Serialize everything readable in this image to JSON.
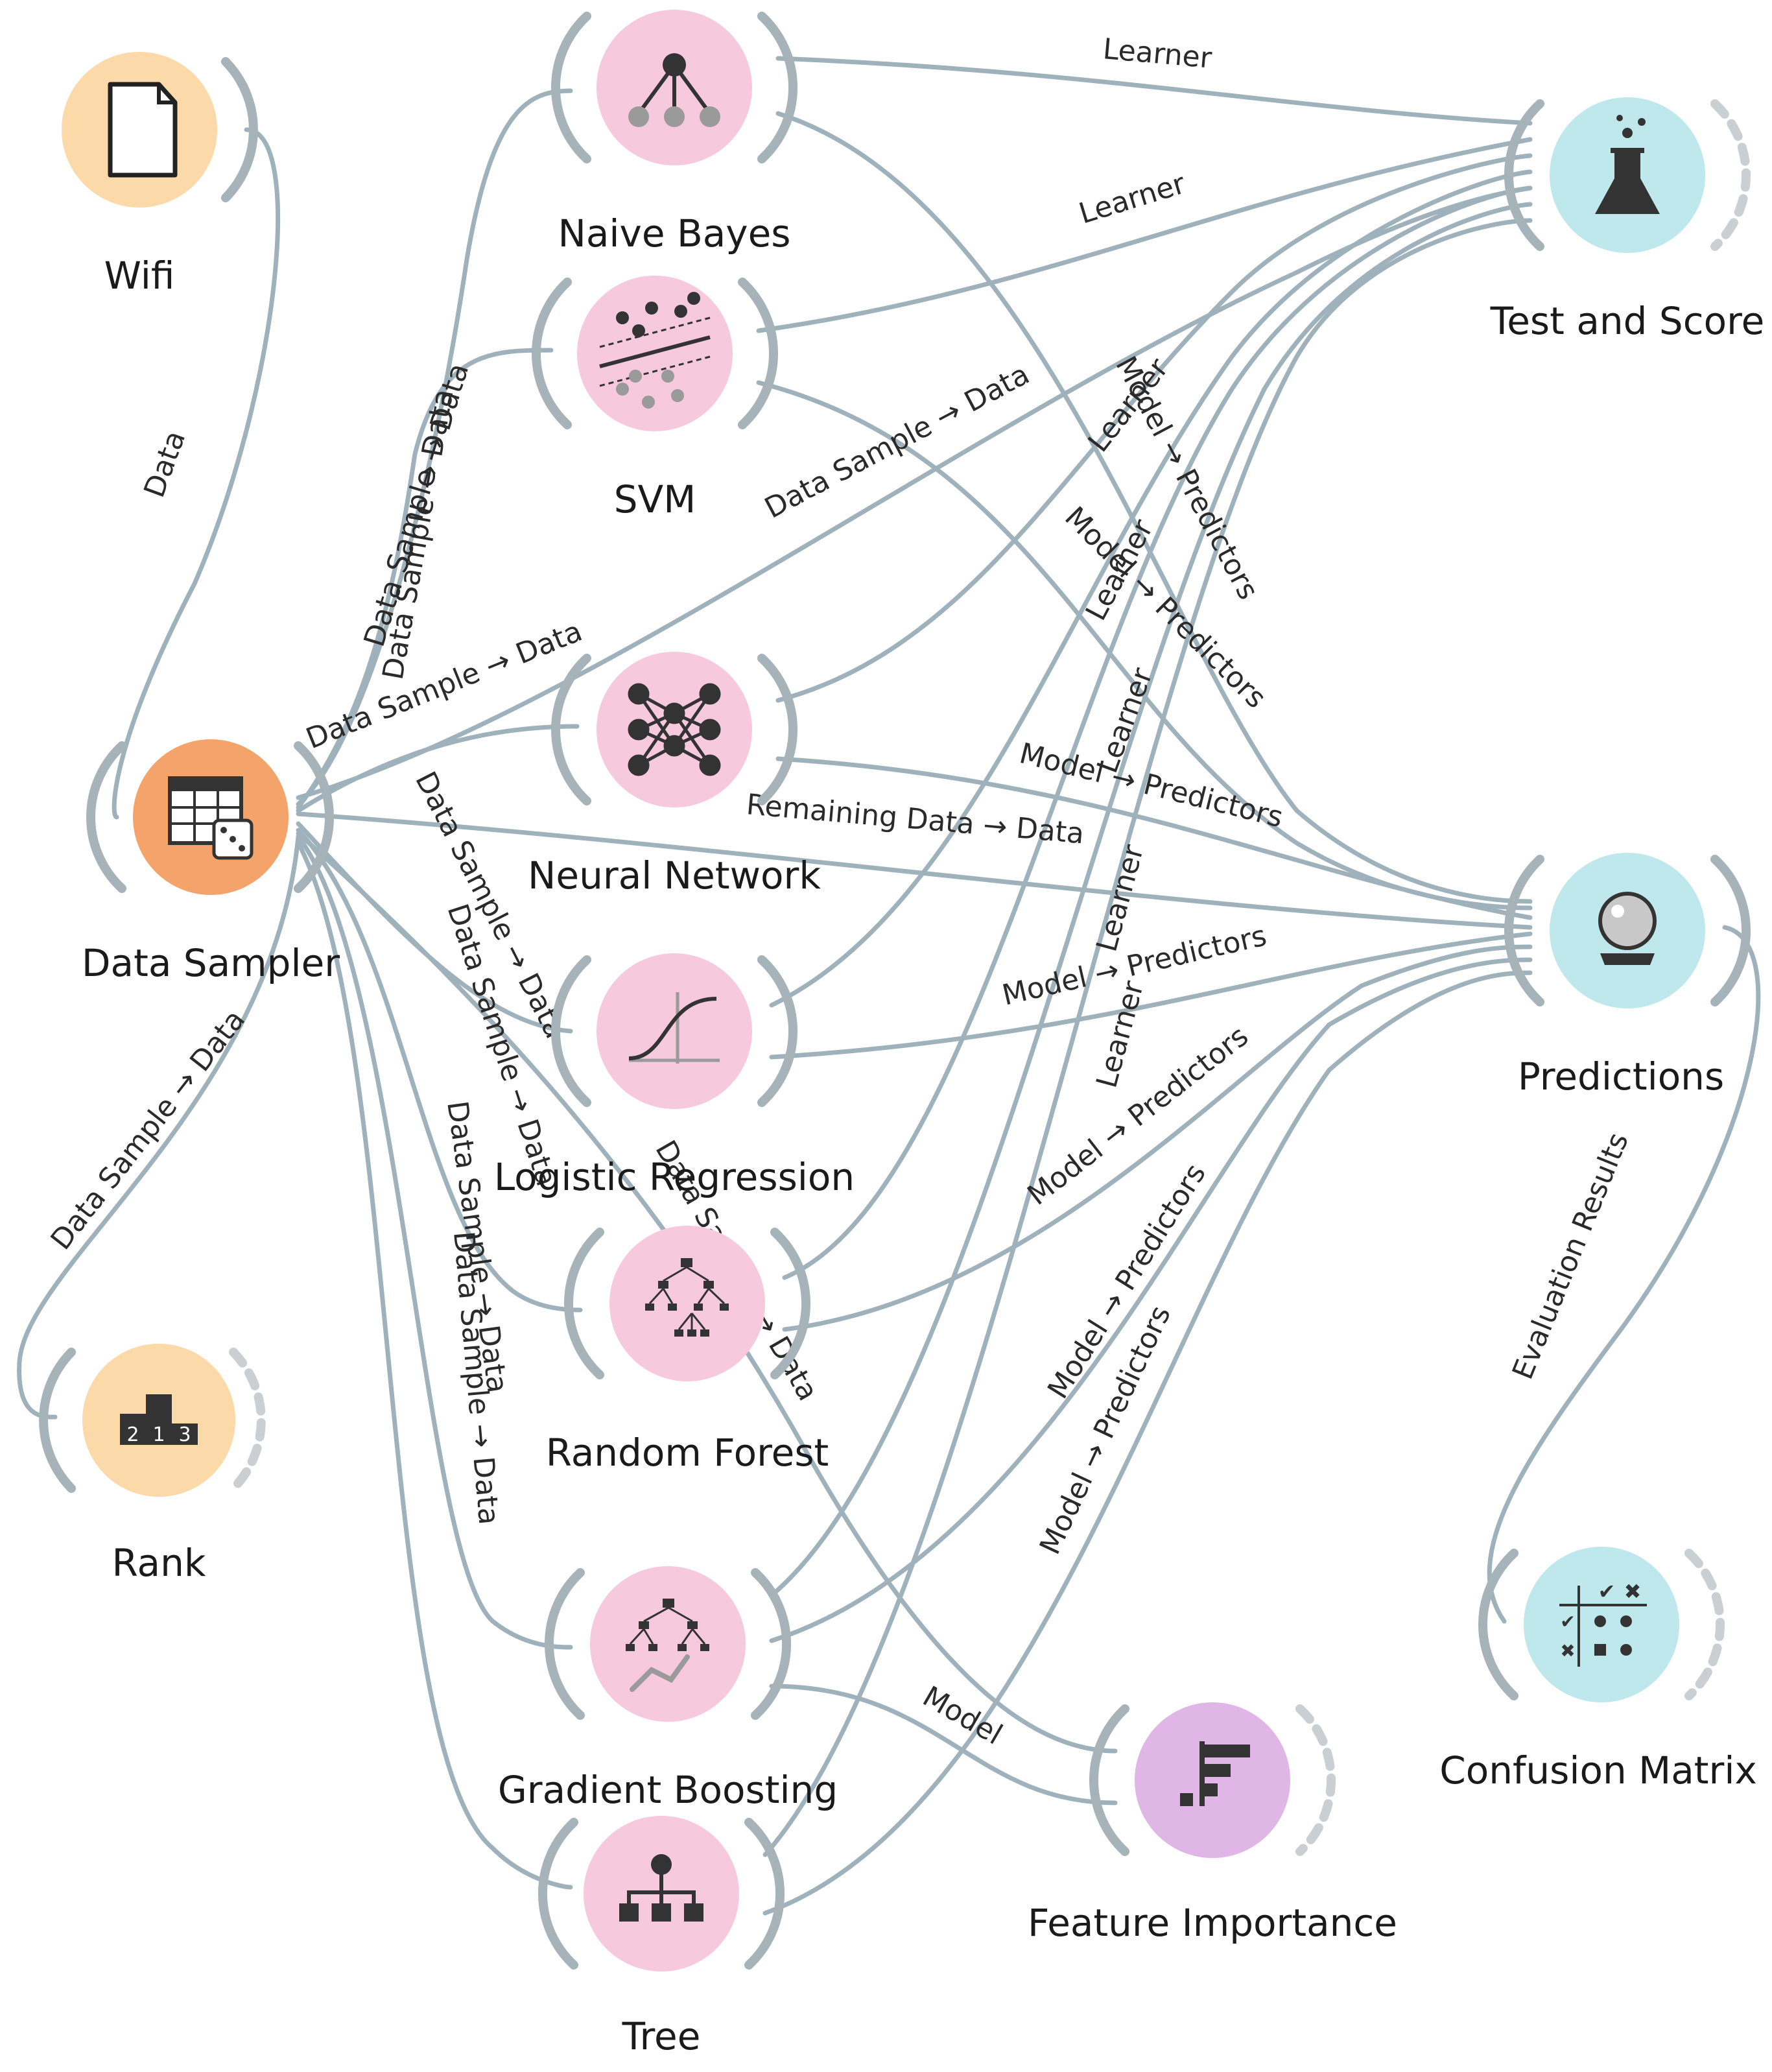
{
  "colors": {
    "file": "#fcd9a8",
    "sampler": "#f4a46a",
    "model": "#f6c9dd",
    "evaluate": "#bfe8ec",
    "rank": "#fcd9a8",
    "feature": "#dfb6e6",
    "edge": "#9fb2bb"
  },
  "nodes": {
    "wifi": {
      "label": "Wifi",
      "icon": "file-icon"
    },
    "data_sampler": {
      "label": "Data Sampler",
      "icon": "data-sampler-icon"
    },
    "rank": {
      "label": "Rank",
      "icon": "rank-icon"
    },
    "naive_bayes": {
      "label": "Naive Bayes",
      "icon": "naive-bayes-icon"
    },
    "svm": {
      "label": "SVM",
      "icon": "svm-icon"
    },
    "neural_network": {
      "label": "Neural Network",
      "icon": "neural-network-icon"
    },
    "logistic_regression": {
      "label": "Logistic Regression",
      "icon": "logistic-regression-icon"
    },
    "random_forest": {
      "label": "Random Forest",
      "icon": "random-forest-icon"
    },
    "gradient_boosting": {
      "label": "Gradient Boosting",
      "icon": "gradient-boosting-icon"
    },
    "tree": {
      "label": "Tree",
      "icon": "tree-icon"
    },
    "test_and_score": {
      "label": "Test and Score",
      "icon": "flask-icon"
    },
    "predictions": {
      "label": "Predictions",
      "icon": "crystal-ball-icon"
    },
    "confusion_matrix": {
      "label": "Confusion Matrix",
      "icon": "confusion-matrix-icon"
    },
    "feature_importance": {
      "label": "Feature Importance",
      "icon": "feature-importance-icon"
    }
  },
  "edge_labels": {
    "wifi_to_sampler": "Data",
    "sampler_to_rank": "Data Sample → Data",
    "sampler_to_nb": "Data Sample → Data",
    "sampler_to_svm": "Data Sample → Data",
    "sampler_to_nn": "Data Sample → Data",
    "sampler_to_lr": "Data Sample → Data",
    "sampler_to_rf": "Data Sample → Data",
    "sampler_to_gb": "Data Sample → Data",
    "sampler_to_tree": "Data Sample → Data",
    "sampler_to_test": "Data Sample → Data",
    "sampler_to_fi": "Data Sample → Data",
    "sampler_to_pred": "Remaining Data → Data",
    "nb_to_test": "Learner",
    "svm_to_test": "Learner",
    "nn_to_test": "Learner",
    "lr_to_test": "Learner",
    "rf_to_test": "Learner",
    "gb_to_test": "Learner",
    "tree_to_test": "Learner",
    "nb_to_pred": "Model → Predictors",
    "svm_to_pred": "Model → Predictors",
    "nn_to_pred": "Model → Predictors",
    "lr_to_pred": "Model → Predictors",
    "rf_to_pred": "Model → Predictors",
    "gb_to_pred": "Model → Predictors",
    "tree_to_pred": "Model → Predictors",
    "gb_to_fi": "Model",
    "pred_to_cm": "Evaluation Results"
  }
}
